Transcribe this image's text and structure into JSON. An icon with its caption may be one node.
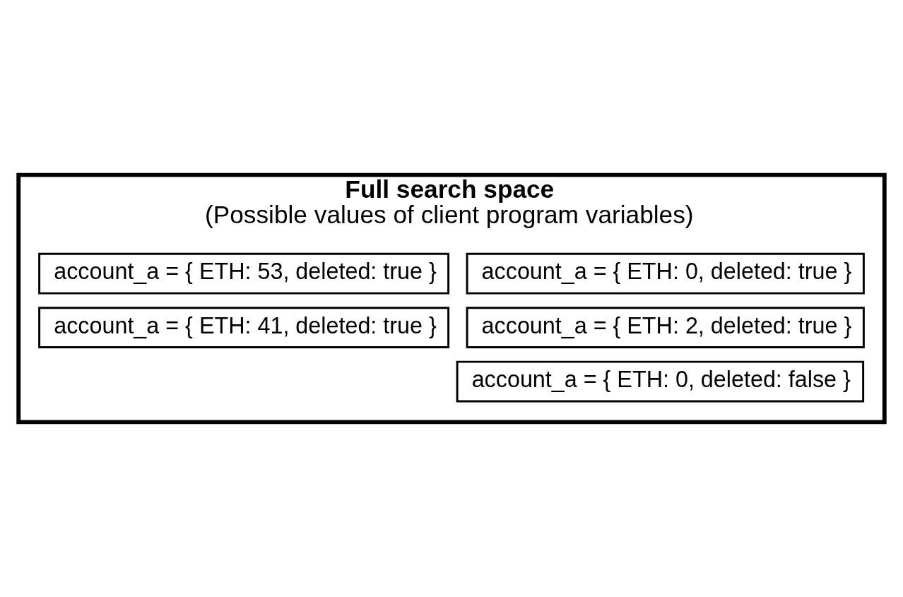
{
  "diagram": {
    "nodes": [
      {
        "text": [
          "Full search space",
          "(Possible values of client program variables)"
        ]
      },
      {
        "text": [
          "account_a = { ETH: 0, deleted: true }"
        ],
        "in": 0
      },
      {
        "text": [
          "account_a = { ETH: 53, deleted: true }"
        ],
        "in": 0
      },
      {
        "text": [
          "account_a = { ETH: 2, deleted: true }"
        ],
        "in": 0
      },
      {
        "text": [
          "account_a = { ETH: 41, deleted: true }"
        ],
        "in": 0
      },
      {
        "text": [
          "account_a = { ETH: 0, deleted: false }"
        ],
        "in": 0
      }
    ],
    "edges": []
  }
}
